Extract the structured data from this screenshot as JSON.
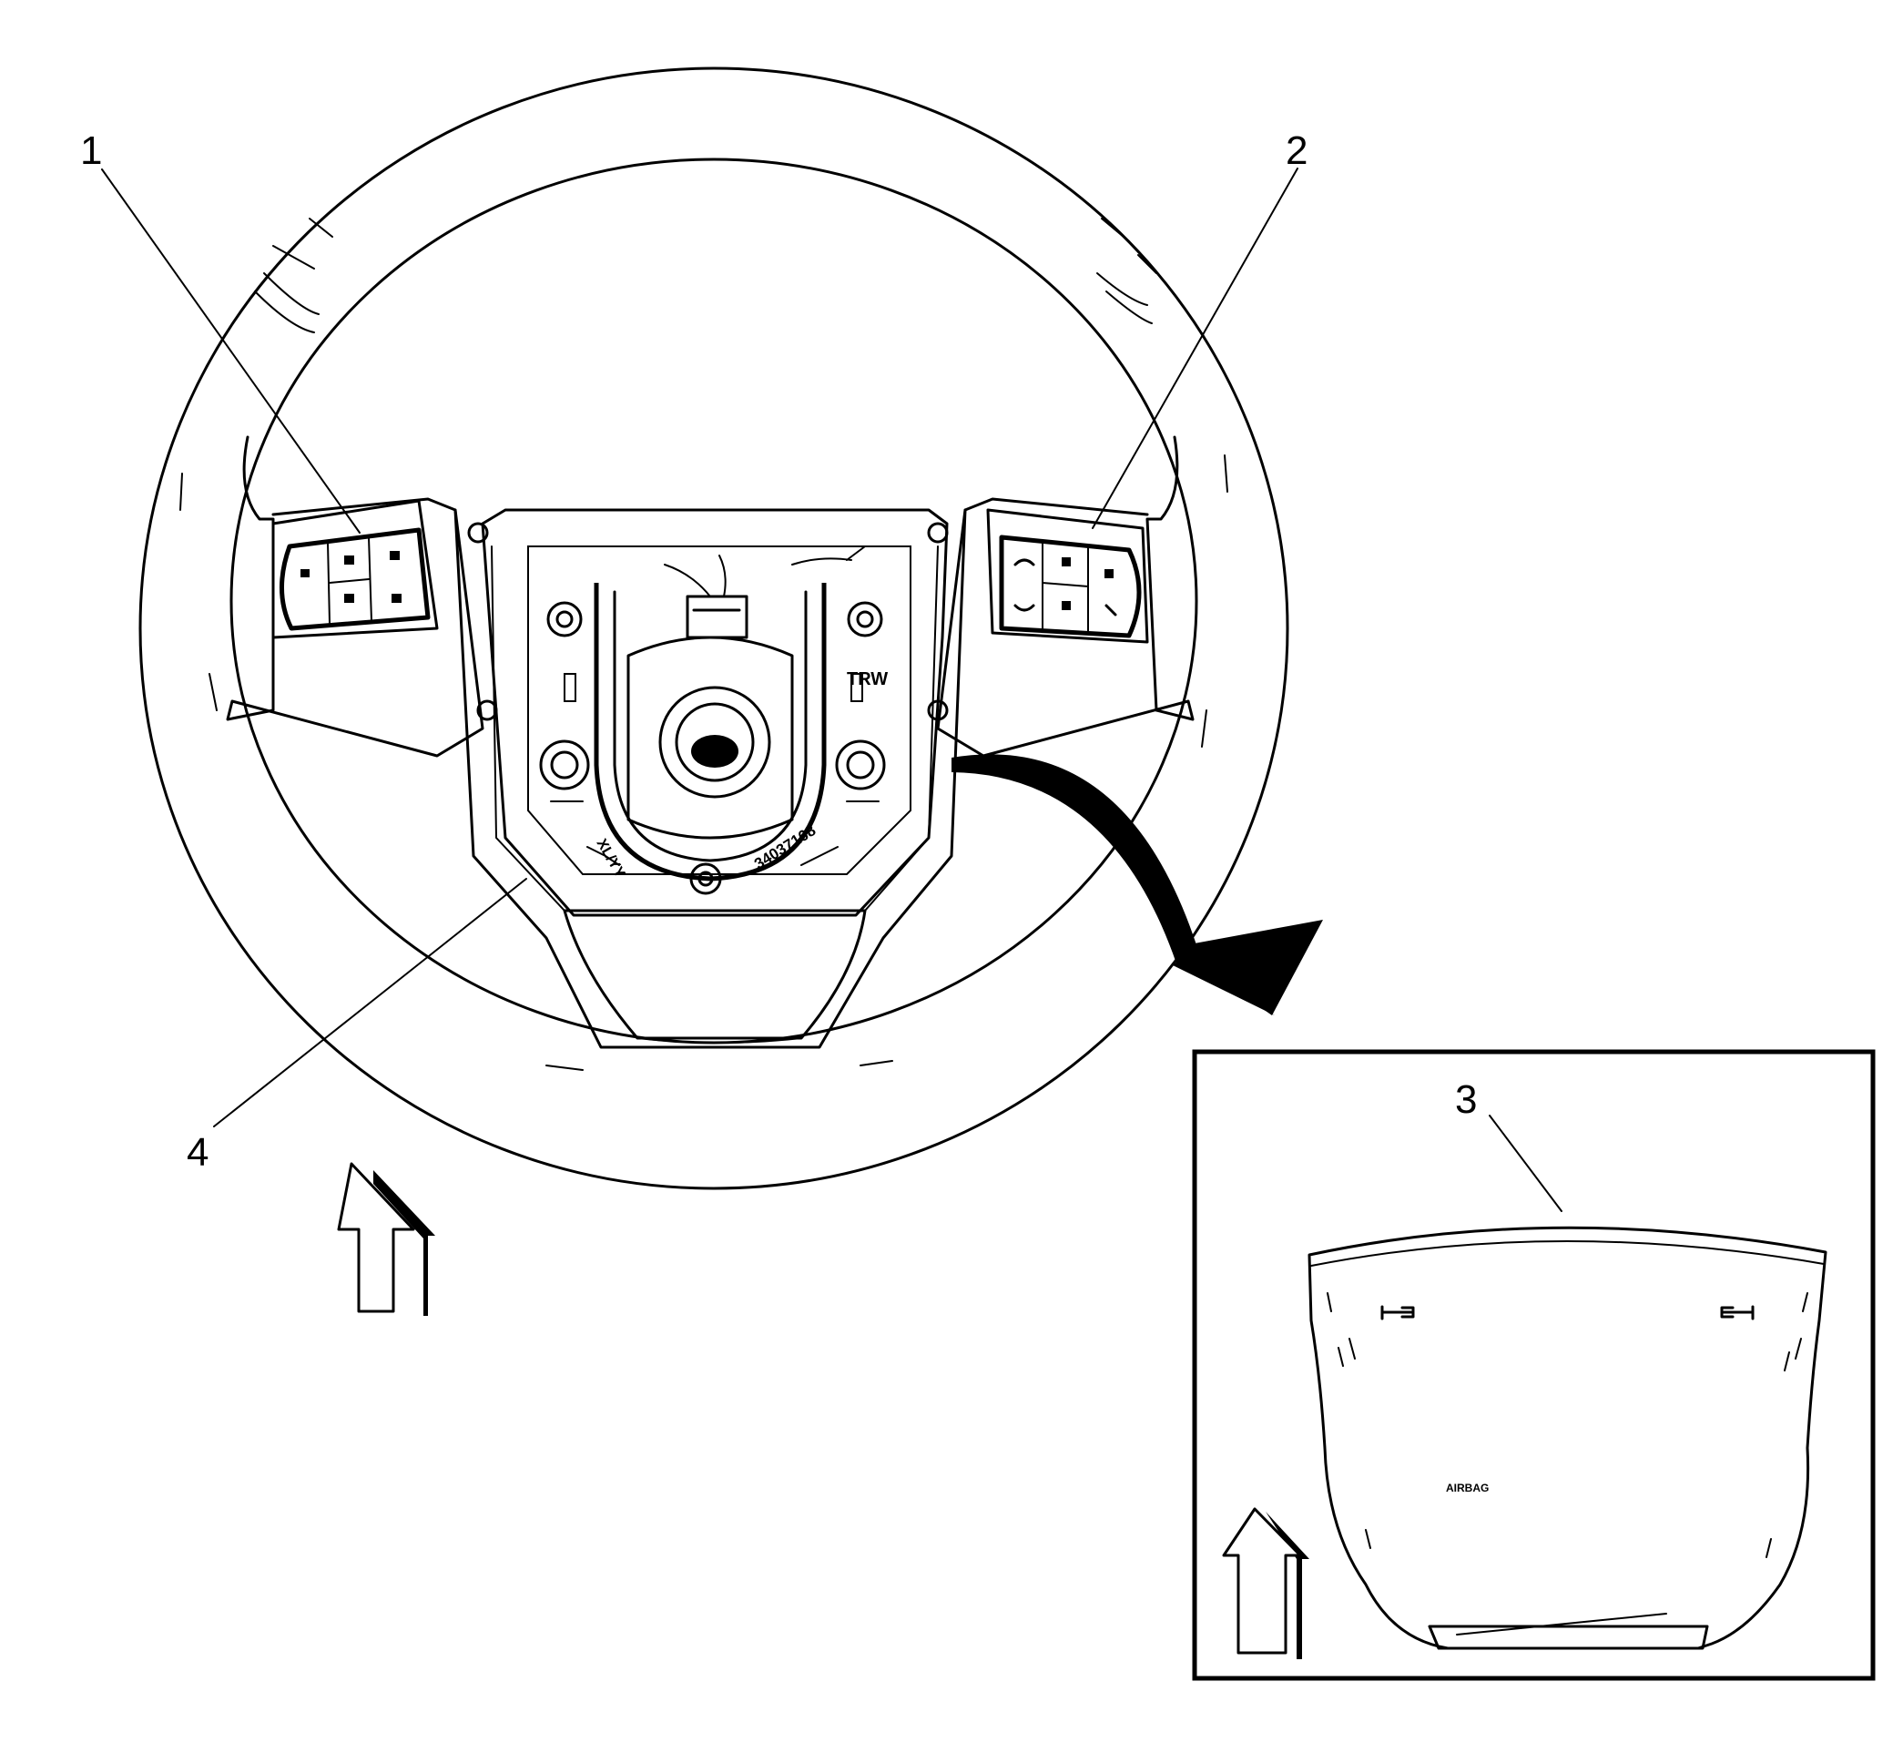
{
  "callouts": {
    "c1": "1",
    "c2": "2",
    "c3": "3",
    "c4": "4"
  },
  "markings": {
    "part_number": "34037168",
    "manufacturer": "TRW",
    "hub_code": "XL/YY",
    "airbag_label": "AIRBAG"
  },
  "icons": {
    "left_switch": "left-steering-wheel-control-switch",
    "right_switch": "right-steering-wheel-control-switch",
    "view_arrow": "forward-view-arrow-icon",
    "rotation_arrow": "curved-transition-arrow-icon"
  },
  "colors": {
    "line": "#000000",
    "background": "#ffffff"
  }
}
